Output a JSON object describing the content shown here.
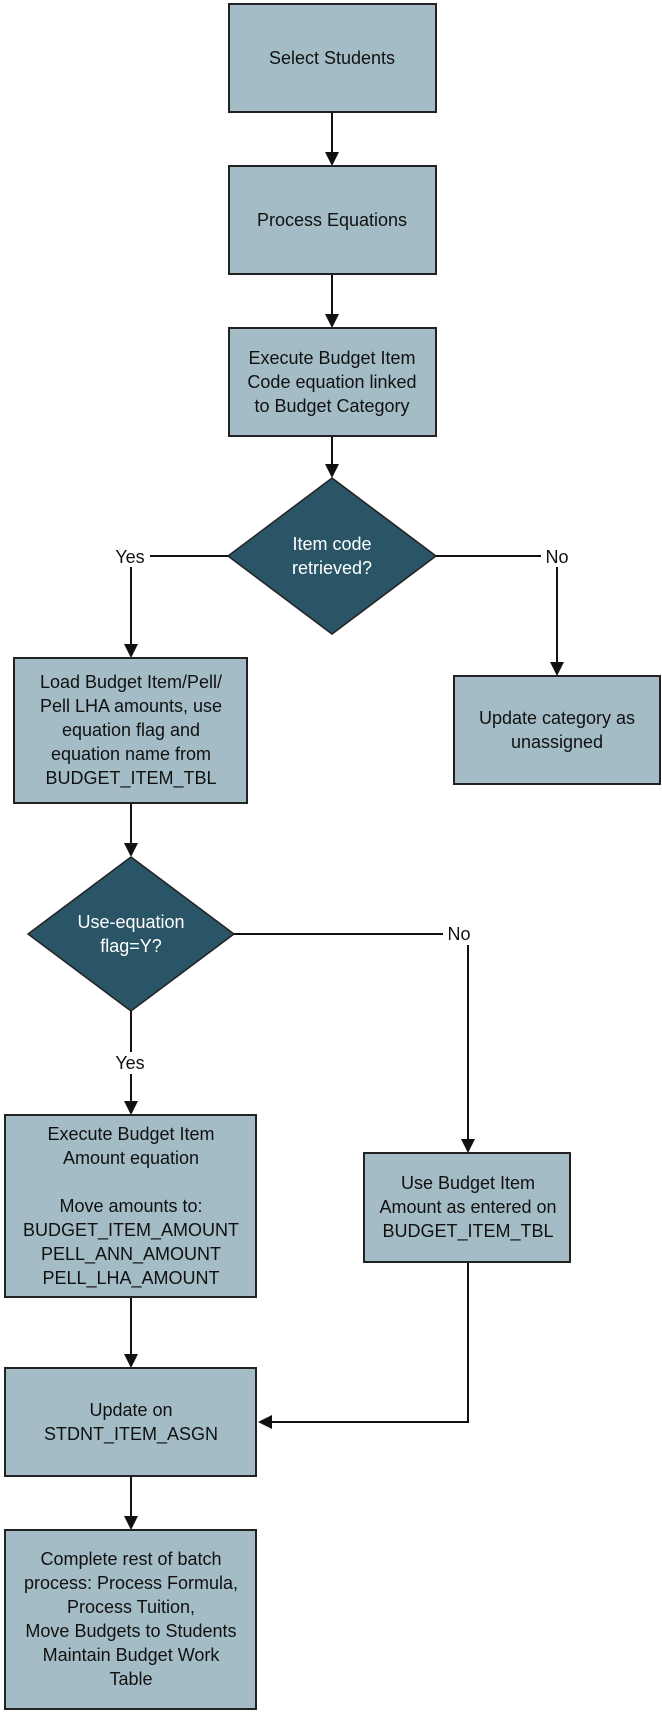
{
  "colors": {
    "process_fill": "#a3bcc6",
    "decision_fill": "#2a5566",
    "stroke": "#222222"
  },
  "nodes": {
    "select_students": [
      "Select Students"
    ],
    "process_equations": [
      "Process Equations"
    ],
    "execute_item_code": [
      "Execute Budget Item",
      "Code equation linked",
      "to Budget Category"
    ],
    "item_code_retrieved": [
      "Item code",
      "retrieved?"
    ],
    "update_unassigned": [
      "Update category as",
      "unassigned"
    ],
    "load_amounts": [
      "Load Budget Item/Pell/",
      "Pell LHA amounts, use",
      "equation flag and",
      "equation name from",
      "BUDGET_ITEM_TBL"
    ],
    "use_equation_flag": [
      "Use-equation",
      "flag=Y?"
    ],
    "execute_amount_equation": [
      "Execute Budget Item",
      "Amount equation",
      "",
      "Move amounts to:",
      "BUDGET_ITEM_AMOUNT",
      "PELL_ANN_AMOUNT",
      "PELL_LHA_AMOUNT"
    ],
    "use_as_entered": [
      "Use Budget Item",
      "Amount as entered on",
      "BUDGET_ITEM_TBL"
    ],
    "update_stdnt": [
      "Update on",
      "STDNT_ITEM_ASGN"
    ],
    "complete_batch": [
      "Complete rest of batch",
      "process: Process Formula,",
      "Process Tuition,",
      "Move Budgets to Students",
      "Maintain Budget Work",
      "Table"
    ]
  },
  "edge_labels": {
    "retrieved_yes": "Yes",
    "retrieved_no": "No",
    "flag_yes": "Yes",
    "flag_no": "No"
  }
}
